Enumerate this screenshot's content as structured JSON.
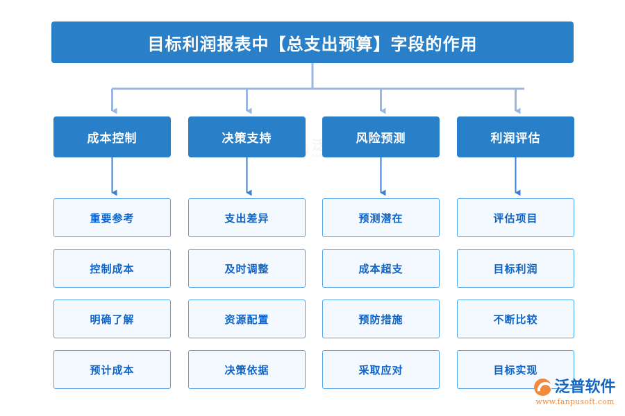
{
  "title": {
    "text": "目标利润报表中【总支出预算】字段的作用"
  },
  "branches": [
    {
      "head": "成本控制",
      "items": [
        "重要参考",
        "控制成本",
        "明确了解",
        "预计成本"
      ]
    },
    {
      "head": "决策支持",
      "items": [
        "支出差异",
        "及时调整",
        "资源配置",
        "决策依据"
      ]
    },
    {
      "head": "风险预测",
      "items": [
        "预测潜在",
        "成本超支",
        "预防措施",
        "采取应对"
      ]
    },
    {
      "head": "利润评估",
      "items": [
        "评估项目",
        "目标利润",
        "不断比较",
        "目标实现"
      ]
    }
  ],
  "watermark": {
    "center_cn": "泛普软件",
    "center_en": "FANPU SOFTWARE"
  },
  "logo": {
    "name": "泛普软件",
    "url": "www.fanpusoft.com"
  },
  "colors": {
    "header_blue": "#2a80c8",
    "leaf_fill": "#f3f9fe",
    "leaf_border": "#4ea3e8",
    "leaf_text": "#0d63c8",
    "connector_light": "#9cb6e0",
    "connector_dark": "#3f7fcf",
    "logo_orange": "#f08a3c",
    "logo_blue": "#1565c0",
    "background": "#ffffff"
  }
}
